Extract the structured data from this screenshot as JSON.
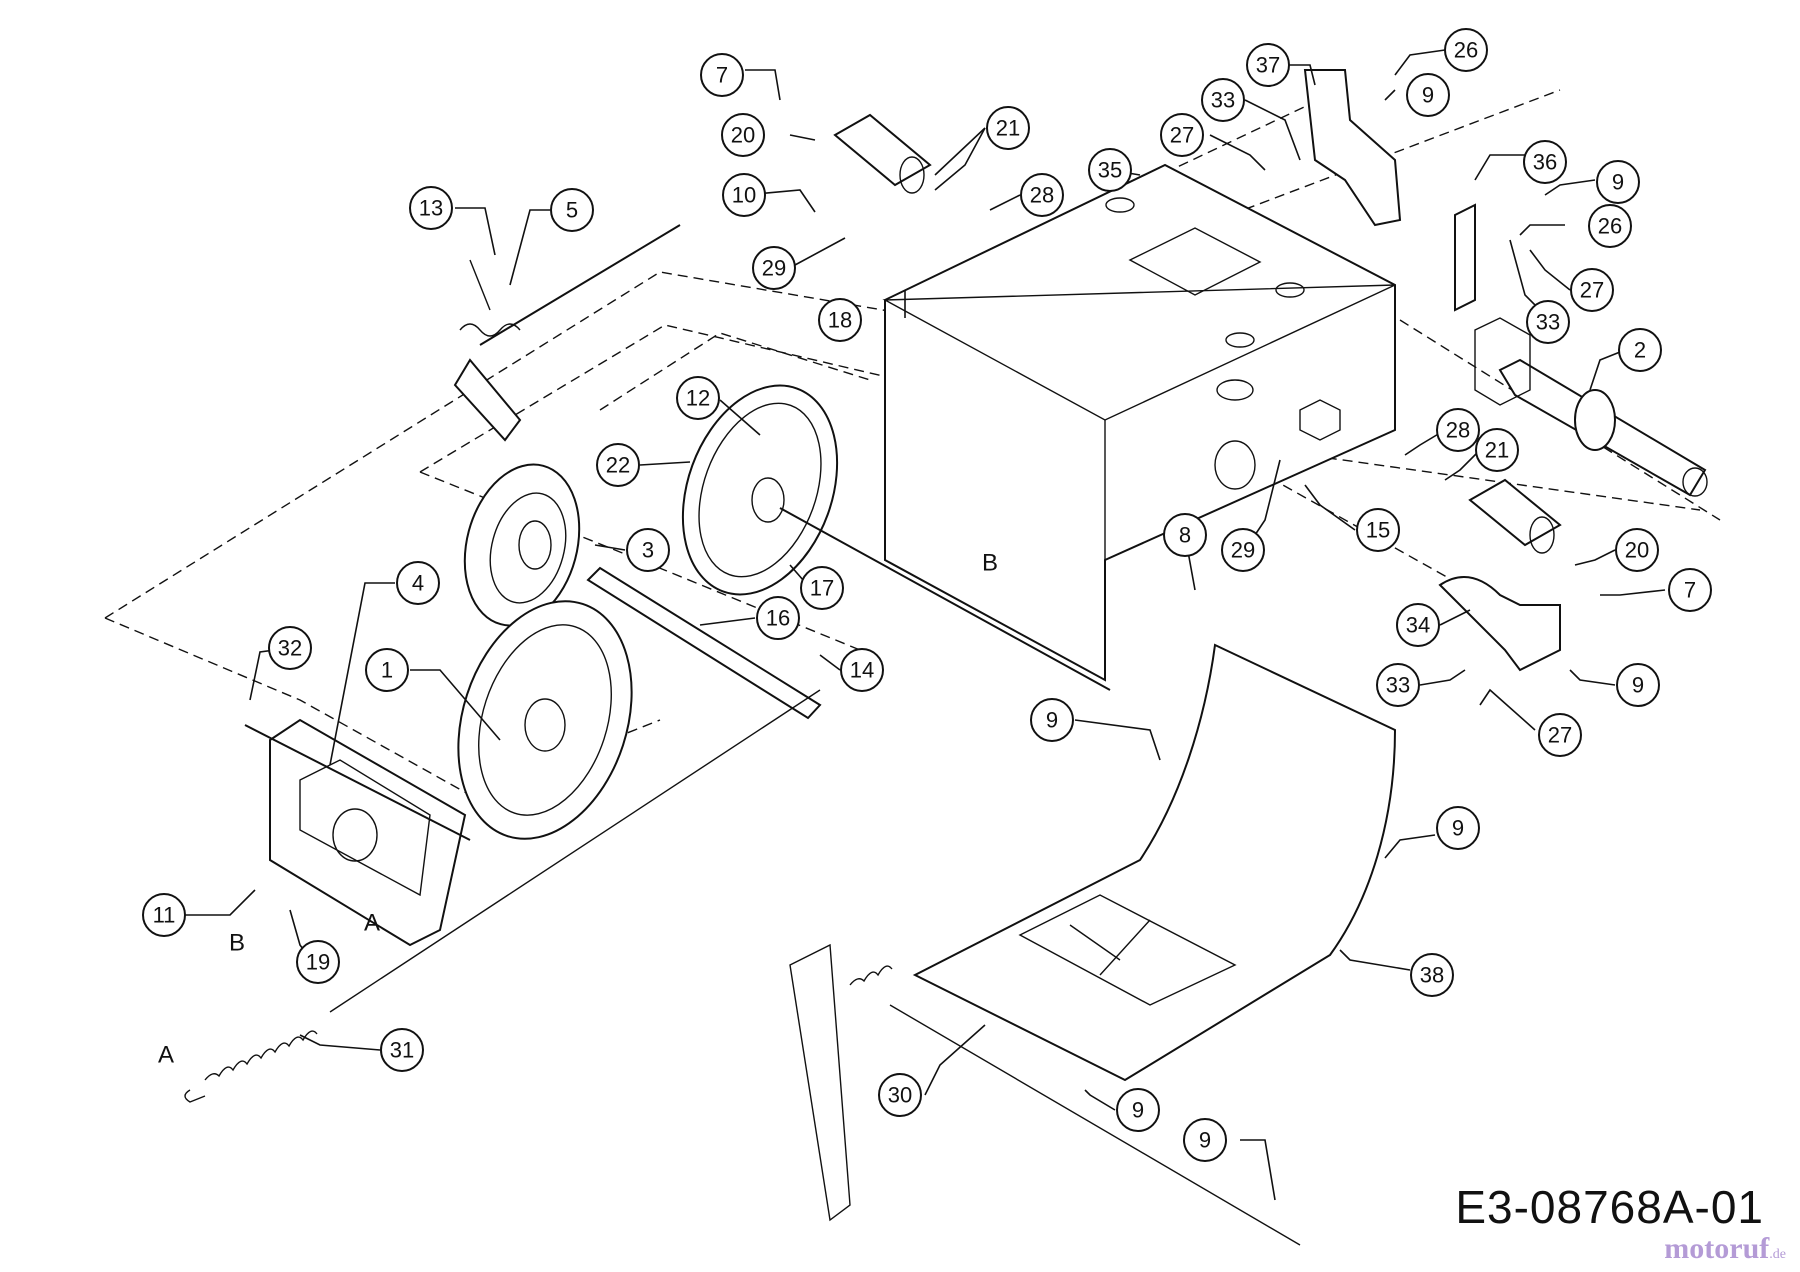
{
  "diagram": {
    "drawing_code": "E3-08768A-01",
    "watermark": {
      "main": "motoruf",
      "suffix": ".de"
    },
    "callouts": [
      {
        "label": "7"
      },
      {
        "label": "20"
      },
      {
        "label": "10"
      },
      {
        "label": "29"
      },
      {
        "label": "18"
      },
      {
        "label": "21"
      },
      {
        "label": "28"
      },
      {
        "label": "13"
      },
      {
        "label": "5"
      },
      {
        "label": "12"
      },
      {
        "label": "22"
      },
      {
        "label": "3"
      },
      {
        "label": "17"
      },
      {
        "label": "16"
      },
      {
        "label": "14"
      },
      {
        "label": "4"
      },
      {
        "label": "32"
      },
      {
        "label": "1"
      },
      {
        "label": "11"
      },
      {
        "label": "19"
      },
      {
        "label": "31"
      },
      {
        "label": "35"
      },
      {
        "label": "37"
      },
      {
        "label": "33"
      },
      {
        "label": "27"
      },
      {
        "label": "26"
      },
      {
        "label": "9"
      },
      {
        "label": "36"
      },
      {
        "label": "9"
      },
      {
        "label": "26"
      },
      {
        "label": "27"
      },
      {
        "label": "33"
      },
      {
        "label": "2"
      },
      {
        "label": "28"
      },
      {
        "label": "21"
      },
      {
        "label": "15"
      },
      {
        "label": "29"
      },
      {
        "label": "8"
      },
      {
        "label": "20"
      },
      {
        "label": "7"
      },
      {
        "label": "34"
      },
      {
        "label": "33"
      },
      {
        "label": "9"
      },
      {
        "label": "27"
      },
      {
        "label": "9"
      },
      {
        "label": "9"
      },
      {
        "label": "38"
      },
      {
        "label": "30"
      },
      {
        "label": "9"
      },
      {
        "label": "9"
      }
    ],
    "ref_letters": [
      {
        "label": "B"
      },
      {
        "label": "A"
      },
      {
        "label": "B"
      },
      {
        "label": "A"
      }
    ]
  }
}
